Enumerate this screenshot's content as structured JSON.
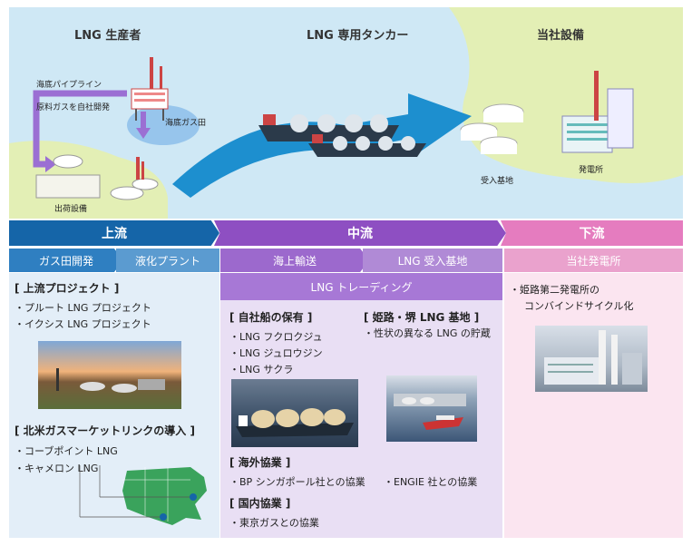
{
  "illustration": {
    "producer_title": "LNG 生産者",
    "tanker_title": "LNG 専用タンカー",
    "facility_title": "当社設備",
    "pipeline_label": "海底パイプライン",
    "raw_gas_label": "原料ガスを自社開発",
    "gas_field_label": "海底ガス田",
    "shipping_label": "出荷設備",
    "terminal_label": "受入基地",
    "power_label": "発電所"
  },
  "stages": {
    "upstream": "上流",
    "midstream": "中流",
    "downstream": "下流"
  },
  "substages": {
    "gas_field": "ガス田開発",
    "liquefaction": "液化プラント",
    "shipping": "海上輸送",
    "terminal": "LNG 受入基地",
    "power": "当社発電所",
    "trading": "LNG トレーディング"
  },
  "upstream": {
    "projects_title": "[ 上流プロジェクト ]",
    "projects": [
      "・プルート LNG プロジェクト",
      "・イクシス LNG プロジェクト"
    ],
    "na_title": "[ 北米ガスマーケットリンクの導入 ]",
    "na_items": [
      "・コーブポイント LNG",
      "・キャメロン LNG"
    ]
  },
  "midstream": {
    "fleet_title": "[ 自社船の保有 ]",
    "fleet": [
      "・LNG フクロクジュ",
      "・LNG ジュロウジン",
      "・LNG サクラ"
    ],
    "bases_title": "[ 姫路・堺 LNG 基地 ]",
    "bases_items": [
      "・性状の異なる LNG の貯蔵"
    ],
    "overseas_title": "[ 海外協業 ]",
    "overseas": [
      "・BP シンガポール社との協業",
      "・ENGIE 社との協業"
    ],
    "domestic_title": "[ 国内協業 ]",
    "domestic": [
      "・東京ガスとの協業"
    ]
  },
  "downstream": {
    "items": [
      "・姫路第二発電所の",
      "コンバインドサイクル化"
    ]
  },
  "colors": {
    "upstream": "#1565a8",
    "upstream_sub": "#5b9bd0",
    "midstream": "#8e4fc2",
    "midstream_sub": "#b08ad6",
    "trading": "#a778d6",
    "downstream": "#e57cbf",
    "downstream_sub": "#eaa2cd",
    "arrow": "#1d8fcf",
    "pipe": "#9b6fd3"
  }
}
